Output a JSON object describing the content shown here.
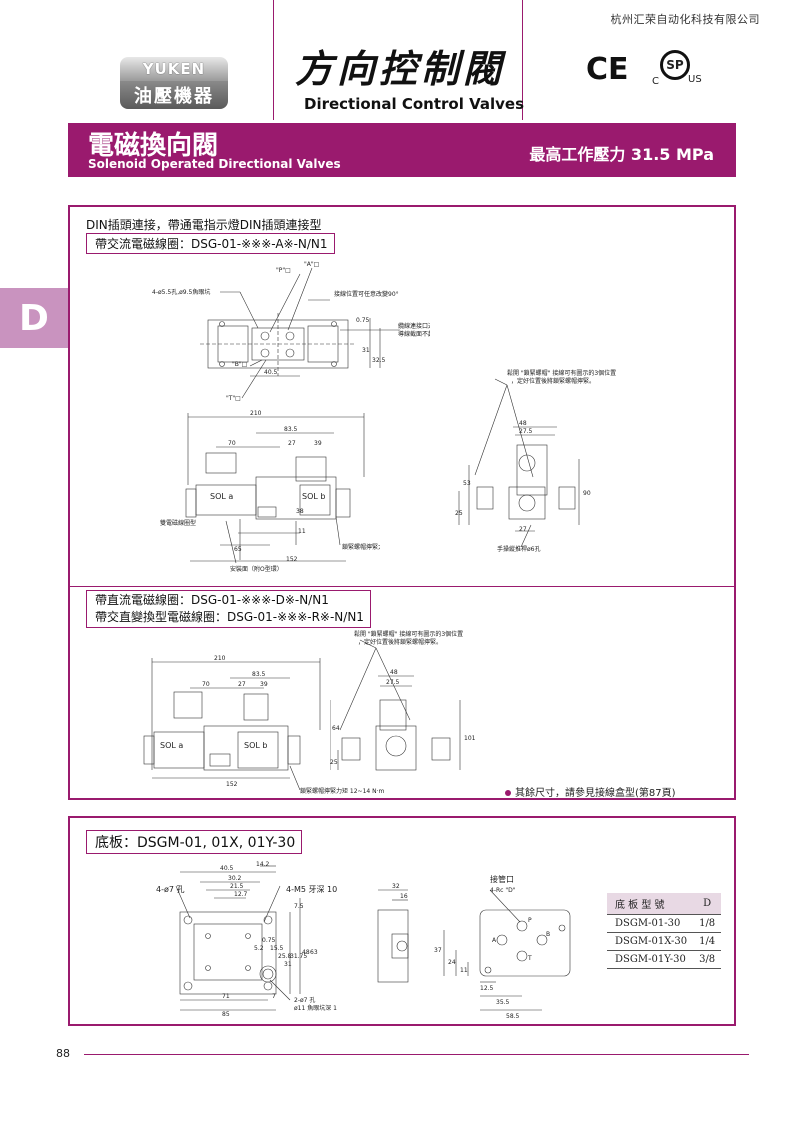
{
  "header": {
    "company": "杭州汇荣自动化科技有限公司",
    "logo_top": "YUKEN",
    "logo_bottom": "油壓機器",
    "title_cn": "方向控制閥",
    "title_en": "Directional Control Valves",
    "ce_mark": "CE",
    "csa_mark": "SP",
    "csa_c": "C",
    "csa_us": "US"
  },
  "banner": {
    "title_cn": "電磁換向閥",
    "title_en": "Solenoid Operated Directional Valves",
    "max_pressure": "最高工作壓力  31.5 MPa"
  },
  "side_tab": "D",
  "section1": {
    "heading": "DIN插頭連接，帶通電指示燈DIN插頭連接型",
    "ac_label": "帶交流電磁線圈：DSG-01-※※※-A※-N/N1",
    "labels": {
      "p_port": "\"P\"□",
      "a_port": "\"A\"□",
      "b_port": "\"B\"□",
      "t_port": "\"T\"□",
      "mount_holes": "4-ø5.5孔,ø9.5魚眼坑",
      "conn_rotate": "接線位置可任意改變90°",
      "cable_note1": "纜線連接口適用纜線外徑··ø8~10",
      "cable_note2": "導線截面不超過··1.5mm²",
      "nut_note1": "鬆開 \"鎖緊螺帽\" 接線可有圖示的3個位置",
      "nut_note2": "，定好位置後將鎖緊螺帽擰緊。",
      "double_sol": "雙電磁線圈型",
      "sol_a": "SOL a",
      "sol_b": "SOL b",
      "mount_face": "安裝面（附O型環）",
      "torque": "鎖緊螺帽擰緊力矩 12~14 N·m",
      "manual": "手操縱推桿ø6孔",
      "d_0_75": "0.75",
      "d_31": "31",
      "d_32_5": "32.5",
      "d_40_5": "40.5",
      "d_210": "210",
      "d_83_5": "83.5",
      "d_70": "70",
      "d_27": "27",
      "d_39": "39",
      "d_38": "38",
      "d_11": "11",
      "d_65": "65",
      "d_152": "152",
      "d_48": "48",
      "d_27_5": "27.5",
      "d_53": "53",
      "d_25": "25",
      "d_90": "90",
      "d_27b": "27"
    }
  },
  "section2": {
    "dc_label": "帶直流電磁線圈：DSG-01-※※※-D※-N/N1",
    "rect_label": "帶交直變換型電磁線圈：DSG-01-※※※-R※-N/N1",
    "labels": {
      "nut_note1": "鬆開 \"鎖緊螺帽\" 接線可有圖示的3個位置",
      "nut_note2": "，定好位置後將鎖緊螺帽擰緊。",
      "sol_a": "SOL a",
      "sol_b": "SOL b",
      "torque": "鎖緊螺帽擰緊力矩 12~14 N·m",
      "d_210": "210",
      "d_83_5": "83.5",
      "d_70": "70",
      "d_27": "27",
      "d_39": "39",
      "d_152": "152",
      "d_48": "48",
      "d_27_5": "27.5",
      "d_64": "64",
      "d_25": "25",
      "d_101": "101"
    },
    "note": "其餘尺寸，請參見接線盒型(第87頁)"
  },
  "section3": {
    "heading": "底板：DSGM-01, 01X, 01Y-30",
    "labels": {
      "hole4": "4-ø7 孔",
      "tap": "4-M5 牙深 10",
      "hole2": "2-ø7 孔",
      "spot": "ø11 魚眼坑深 1",
      "port1": "接管口",
      "port2": "4-Rc \"D\"",
      "d_14_2": "14.2",
      "d_40_5": "40.5",
      "d_30_2": "30.2",
      "d_21_5": "21.5",
      "d_12_7": "12.7",
      "d_5_2": "5.2",
      "d_0_75": "0.75",
      "d_15_5": "15.5",
      "d_25_8": "25.8",
      "d_31": "31",
      "d_31_75": "31.75",
      "d_48": "48",
      "d_63": "63",
      "d_7_5": "7.5",
      "d_71": "71",
      "d_7": "7",
      "d_85": "85",
      "d_32": "32",
      "d_16": "16",
      "d_37": "37",
      "d_24": "24",
      "d_11": "11",
      "d_12_5": "12.5",
      "d_35_5": "35.5",
      "d_58_5": "58.5",
      "port_p": "P",
      "port_a": "A",
      "port_b": "B",
      "port_t": "T"
    },
    "table": {
      "headers": [
        "底 板 型 號",
        "D"
      ],
      "rows": [
        [
          "DSGM-01-30",
          "1/8"
        ],
        [
          "DSGM-01X-30",
          "1/4"
        ],
        [
          "DSGM-01Y-30",
          "3/8"
        ]
      ]
    }
  },
  "footer": {
    "page": "88"
  }
}
